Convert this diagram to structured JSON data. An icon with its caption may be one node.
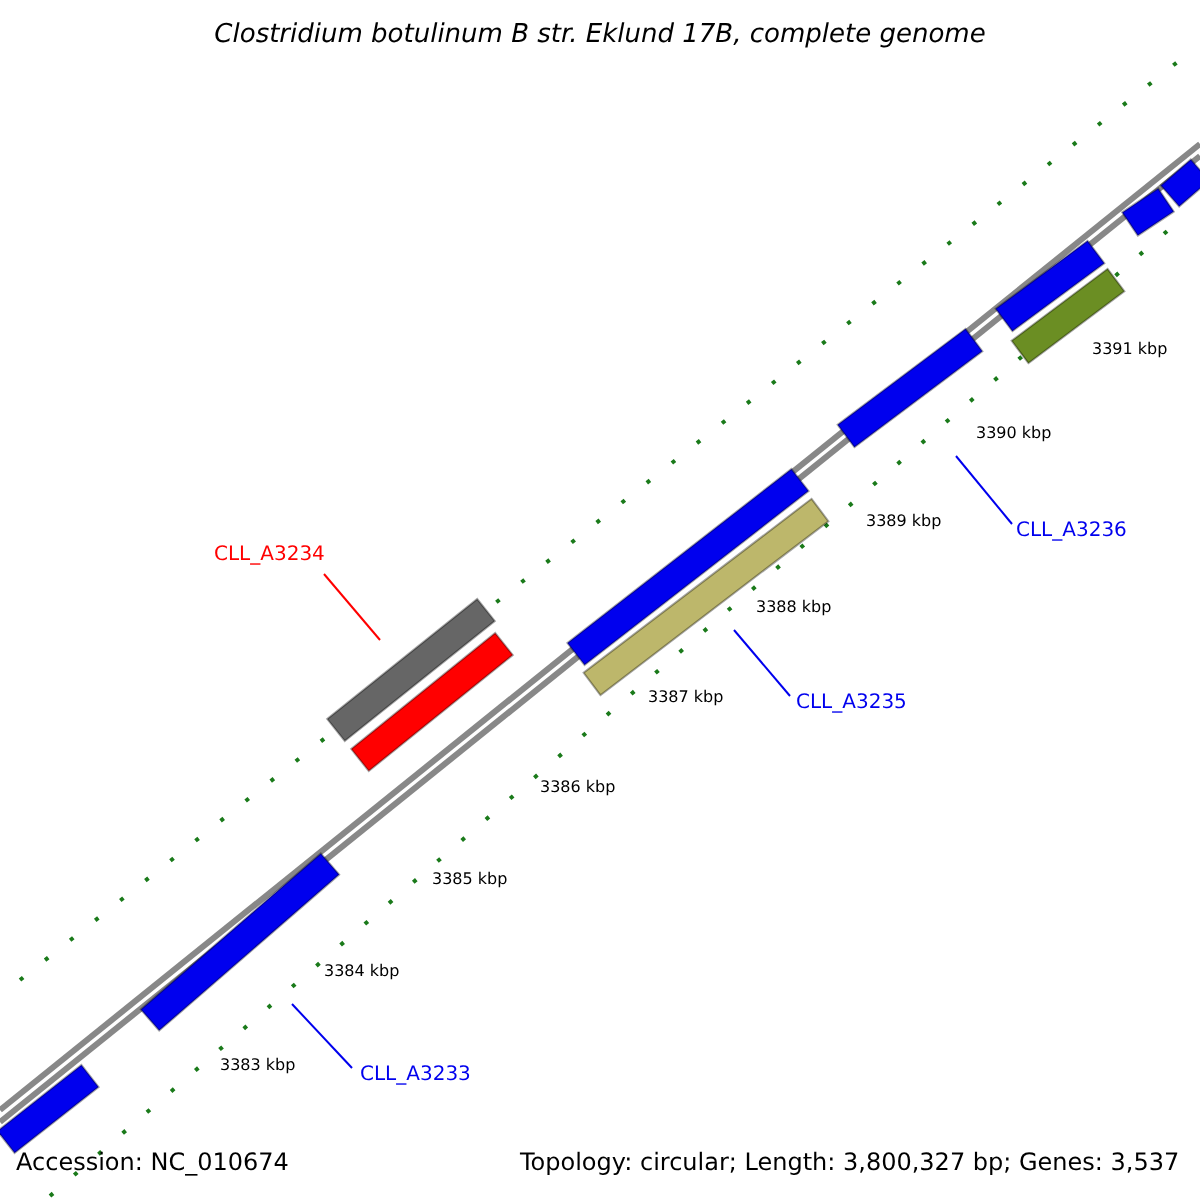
{
  "diagram": {
    "title": "Clostridium botulinum B str. Eklund 17B, complete genome",
    "nodes": [
      {
        "text": [
          "CLL_A3234"
        ]
      },
      {
        "text": [],
        "shape": "bar"
      },
      {
        "text": [
          "CLL_A3235"
        ]
      },
      {
        "text": [],
        "shape": "bar"
      },
      {
        "text": [
          "CLL_A3236"
        ]
      },
      {
        "text": [],
        "shape": "bar"
      },
      {
        "text": [
          "CLL_A3233"
        ]
      },
      {
        "text": [],
        "shape": "bar"
      },
      {
        "text": [],
        "shape": "bar"
      },
      {
        "text": [],
        "shape": "bar"
      },
      {
        "text": [],
        "shape": "bar"
      },
      {
        "text": [],
        "shape": "bar"
      },
      {
        "text": [],
        "shape": "bar"
      },
      {
        "text": [],
        "shape": "bar"
      },
      {
        "text": [],
        "shape": "bar"
      }
    ],
    "edges": [
      {
        "from": 0,
        "to": 1,
        "arrow": "none",
        "color": "#ff0000"
      },
      {
        "from": 2,
        "to": 3,
        "arrow": "none"
      },
      {
        "from": 4,
        "to": 5,
        "arrow": "none"
      },
      {
        "from": 6,
        "to": 7,
        "arrow": "none"
      }
    ],
    "labels": [
      "3391 kbp",
      "3390 kbp",
      "3389 kbp",
      "3388 kbp",
      "3387 kbp",
      "3386 kbp",
      "3385 kbp",
      "3384 kbp",
      "3383 kbp",
      "Accession: NC_010674",
      "Topology: circular; Length: 3,800,327 bp; Genes: 3,537"
    ]
  }
}
